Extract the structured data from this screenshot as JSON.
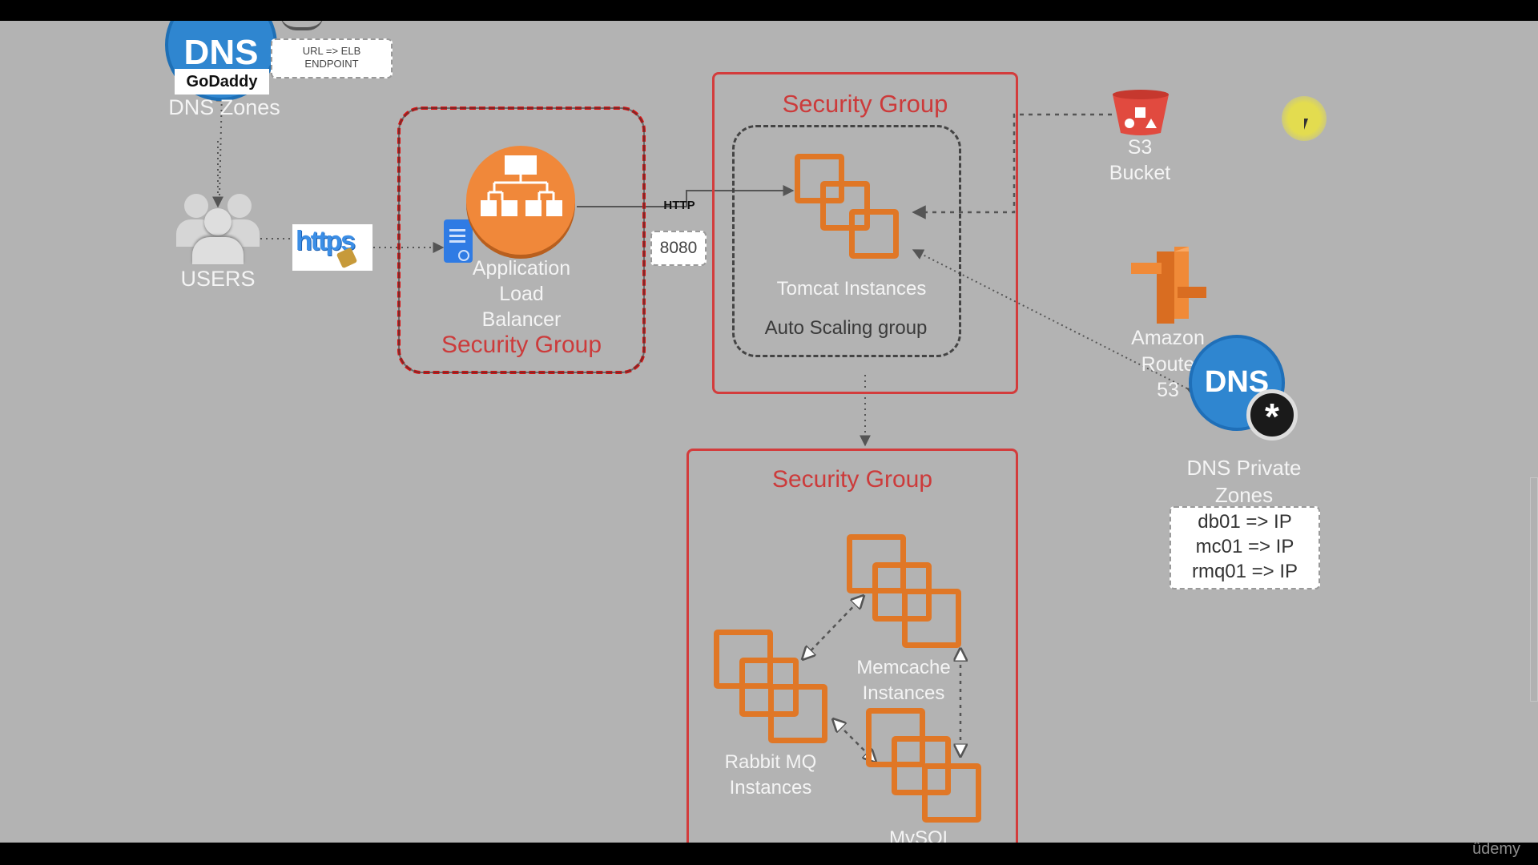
{
  "dns_zones": {
    "provider": "GoDaddy",
    "icon_text": "DNS",
    "label": "DNS Zones",
    "note_line1": "URL => ELB",
    "note_line2": "ENDPOINT"
  },
  "users": {
    "label": "USERS"
  },
  "https": {
    "label": "https"
  },
  "alb_group": {
    "label_line1": "Application",
    "label_line2": "Load",
    "label_line3": "Balancer",
    "security_group": "Security Group"
  },
  "http_link": {
    "protocol": "HTTP",
    "port": "8080"
  },
  "tomcat_group": {
    "security_group": "Security Group",
    "instances": "Tomcat Instances",
    "autoscaling": "Auto Scaling group"
  },
  "s3": {
    "line1": "S3",
    "line2": "Bucket"
  },
  "route53": {
    "line1": "Amazon",
    "line2": "Route",
    "line3": "53"
  },
  "private_dns": {
    "icon_text": "DNS",
    "label_line1": "DNS Private",
    "label_line2": "Zones",
    "records": [
      "db01 => IP",
      "mc01 => IP",
      "rmq01 => IP"
    ]
  },
  "backend_group": {
    "security_group": "Security Group",
    "memcache_line1": "Memcache",
    "memcache_line2": "Instances",
    "rabbit_line1": "Rabbit MQ",
    "rabbit_line2": "Instances",
    "mysql": "MySQL"
  },
  "watermark": "ûdemy",
  "colors": {
    "background": "#b3b3b3",
    "security_group_red": "#cc3b3b",
    "aws_orange": "#e07726",
    "dns_blue": "#2f86d0"
  }
}
